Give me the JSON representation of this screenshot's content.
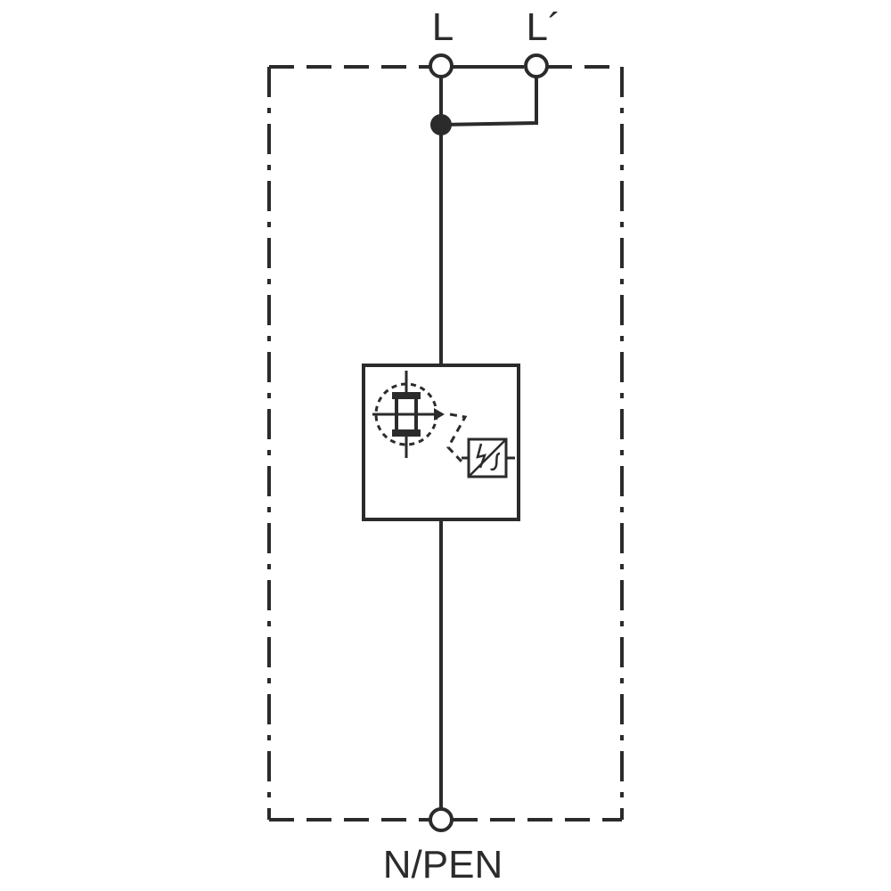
{
  "terminals": {
    "top_left_label": "L",
    "top_right_label": "L´",
    "bottom_label": "N/PEN"
  },
  "colors": {
    "line": "#2b2b2b",
    "background": "#ffffff"
  },
  "icons": {
    "spark_gap": "spark-gap-icon",
    "thermal_disconnector": "thermal-disconnector-icon"
  }
}
